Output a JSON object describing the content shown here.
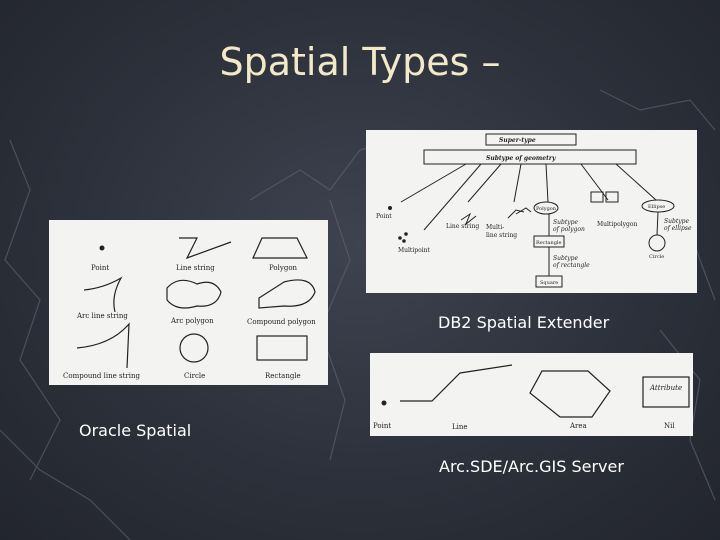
{
  "slide": {
    "title": "Spatial Types –",
    "captions": {
      "db2": "DB2 Spatial Extender",
      "oracle": "Oracle Spatial",
      "arc": "Arc.SDE/Arc.GIS Server"
    }
  },
  "db2_diagram": {
    "super_type": "Super-type",
    "subtype_geometry": "Subtype of geometry",
    "point": "Point",
    "multipoint": "Multipoint",
    "line_string": "Line string",
    "multi_line_string_1": "Multi-",
    "multi_line_string_2": "line string",
    "polygon": "Polygon",
    "subtype_polygon_1": "Subtype",
    "subtype_polygon_2": "of polygon",
    "rectangle": "Rectangle",
    "subtype_rectangle_1": "Subtype",
    "subtype_rectangle_2": "of rectangle",
    "square": "Square",
    "multipolygon": "Multipolygon",
    "ellipse": "Ellipse",
    "subtype_ellipse_1": "Subtype",
    "subtype_ellipse_2": "of ellipse",
    "circle": "Circle"
  },
  "oracle_diagram": {
    "point": "Point",
    "line_string": "Line string",
    "polygon": "Polygon",
    "arc_line_string": "Arc line string",
    "arc_polygon": "Arc polygon",
    "compound_polygon": "Compound polygon",
    "compound_line_string": "Compound line string",
    "circle": "Circle",
    "rectangle": "Rectangle"
  },
  "arc_diagram": {
    "point": "Point",
    "line": "Line",
    "area": "Area",
    "attribute": "Attribute",
    "nil": "Nil"
  }
}
